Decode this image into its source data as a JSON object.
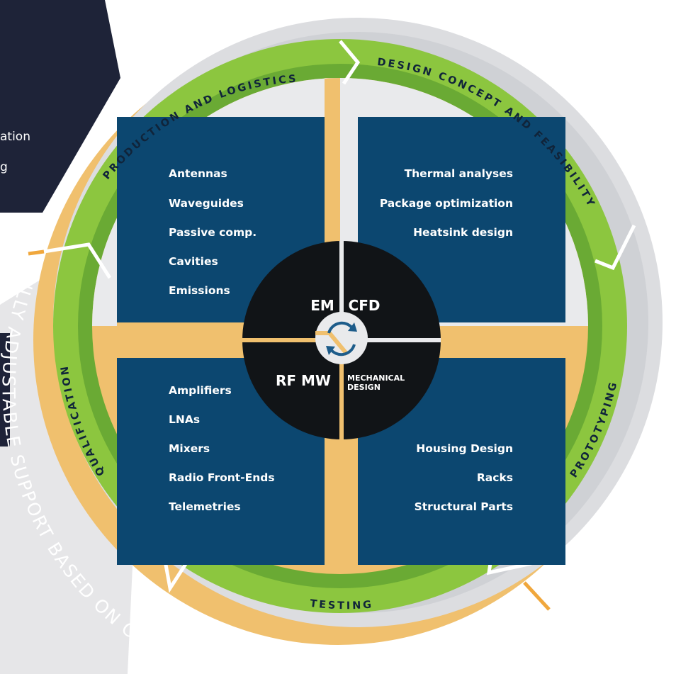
{
  "left_panel": {
    "line_1": "ation",
    "line_2": "g"
  },
  "outer_band": {
    "label": "FULLY ADJUSTABLE SUPPORT BASED ON CUSTOMER'S NEEDS"
  },
  "phases": {
    "production": "PRODUCTION AND LOGISTICS",
    "design": "DESIGN CONCEPT AND FEASIBILITY",
    "prototyping": "PROTOTYPING",
    "testing": "TESTING",
    "qualification": "QUALIFICATION"
  },
  "quadrants": {
    "em": {
      "title": "EM",
      "items": [
        "Antennas",
        "Waveguides",
        "Passive comp.",
        "Cavities",
        "Emissions"
      ]
    },
    "cfd": {
      "title": "CFD",
      "items": [
        "Thermal analyses",
        "Package optimization",
        "Heatsink design"
      ]
    },
    "rf": {
      "title": "RF MW",
      "items": [
        "Amplifiers",
        "LNAs",
        "Mixers",
        "Radio Front-Ends",
        "Telemetries"
      ]
    },
    "mech": {
      "title_line_1": "MECHANICAL",
      "title_line_2": "DESIGN",
      "items": [
        "Housing Design",
        "Racks",
        "Structural Parts"
      ]
    }
  },
  "colors": {
    "navy": "#0c4770",
    "green": "#8cc63f",
    "dark_green": "#6aaa34",
    "orange": "#f0c06e",
    "core": "#111417",
    "panel": "#1e2338",
    "grey_ring": "#dadcdf"
  }
}
